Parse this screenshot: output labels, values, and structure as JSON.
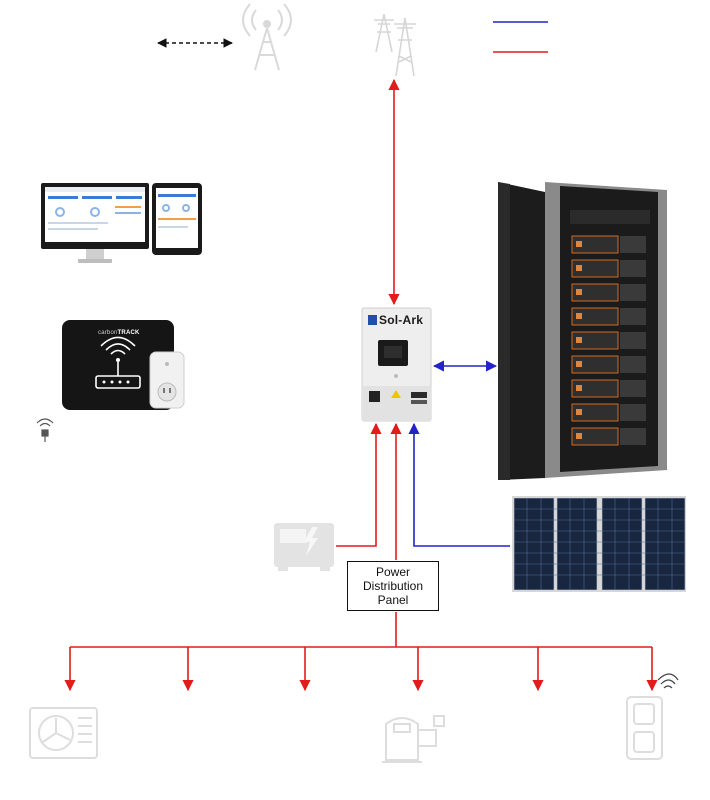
{
  "distribution_panel": {
    "line1": "Power",
    "line2": "Distribution",
    "line3": "Panel"
  },
  "inverter": {
    "brand": "Sol-Ark"
  },
  "monitor_gateway": {
    "brand_prefix": "carbon",
    "brand_suffix": "TRACK"
  },
  "colors": {
    "dc_link": "#2323c8",
    "ac_link": "#e21b1b",
    "wireless_link": "#111111",
    "ghost_icon": "#e2e2e2"
  }
}
